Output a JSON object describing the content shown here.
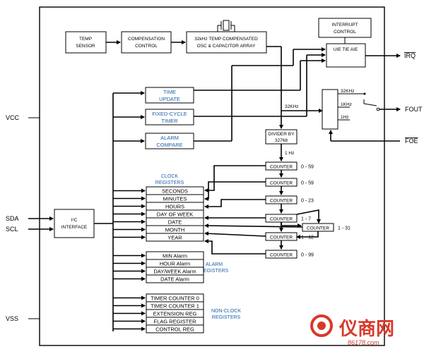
{
  "blocks": {
    "temp_sensor": [
      "TEMP",
      "SENSOR"
    ],
    "compensation": [
      "COMPENSATION",
      "CONTROL"
    ],
    "oscillator": [
      "32kHz TEMP COMPENSATED",
      "OSC & CAPACITOR ARRAY"
    ],
    "interrupt": [
      "INTERRUPT",
      "CONTROL"
    ],
    "int_enable": "UIE TIE AIE",
    "divider": [
      "DIVIDER BY",
      "32768"
    ],
    "i2c": [
      "I²C",
      "INTERFACE"
    ]
  },
  "func_blocks": {
    "time_update": [
      "TIME",
      "UPDATE"
    ],
    "fixed_cycle": [
      "FIXED-CYCLE",
      "TIMER"
    ],
    "alarm_compare": [
      "ALARM",
      "COMPARE"
    ]
  },
  "pins": {
    "vcc": "VCC",
    "vss": "VSS",
    "sda": "SDA",
    "scl": "SCL",
    "irq": "IRQ",
    "fout": "FOUT",
    "foe": "FOE"
  },
  "labels": {
    "khz32": "32KHz",
    "hz1": "1 Hz",
    "sel_32k": "32KHz",
    "sel_1k": "1KHz",
    "sel_1hz": "1Hz",
    "clock_registers": [
      "CLOCK",
      "REGISTERS"
    ],
    "alarm_registers": [
      "ALARM",
      "REGISTERS"
    ],
    "nonclock_registers": [
      "NON-CLOCK",
      "REGISTERS"
    ]
  },
  "clock_registers": [
    "SECONDS",
    "MINUTES",
    "HOURS",
    "DAY OF WEEK",
    "DATE",
    "MONTH",
    "YEAR"
  ],
  "alarm_registers": [
    "MIN Alarm",
    "HOUR Alarm",
    "DAY/WEEK Alarm",
    "DATE Alarm"
  ],
  "nonclock_registers": [
    "TIMER COUNTER 0",
    "TIMER COUNTER 1",
    "EXTENSION REG",
    "FLAG REGISTER",
    "CONTROL REG"
  ],
  "counters": [
    {
      "label": "COUNTER",
      "range": "0 - 59"
    },
    {
      "label": "COUNTER",
      "range": "0 - 59"
    },
    {
      "label": "COUNTER",
      "range": "0 - 23"
    },
    {
      "label": "COUNTER",
      "range": "1 - 7"
    },
    {
      "label": "COUNTER",
      "range": "1 - 31"
    },
    {
      "label": "COUNTER",
      "range": "1 - 12"
    },
    {
      "label": "COUNTER",
      "range": "0 - 99"
    }
  ],
  "watermark": {
    "text": "仪商网",
    "url": "86178.com",
    "color": "#d8392b"
  }
}
